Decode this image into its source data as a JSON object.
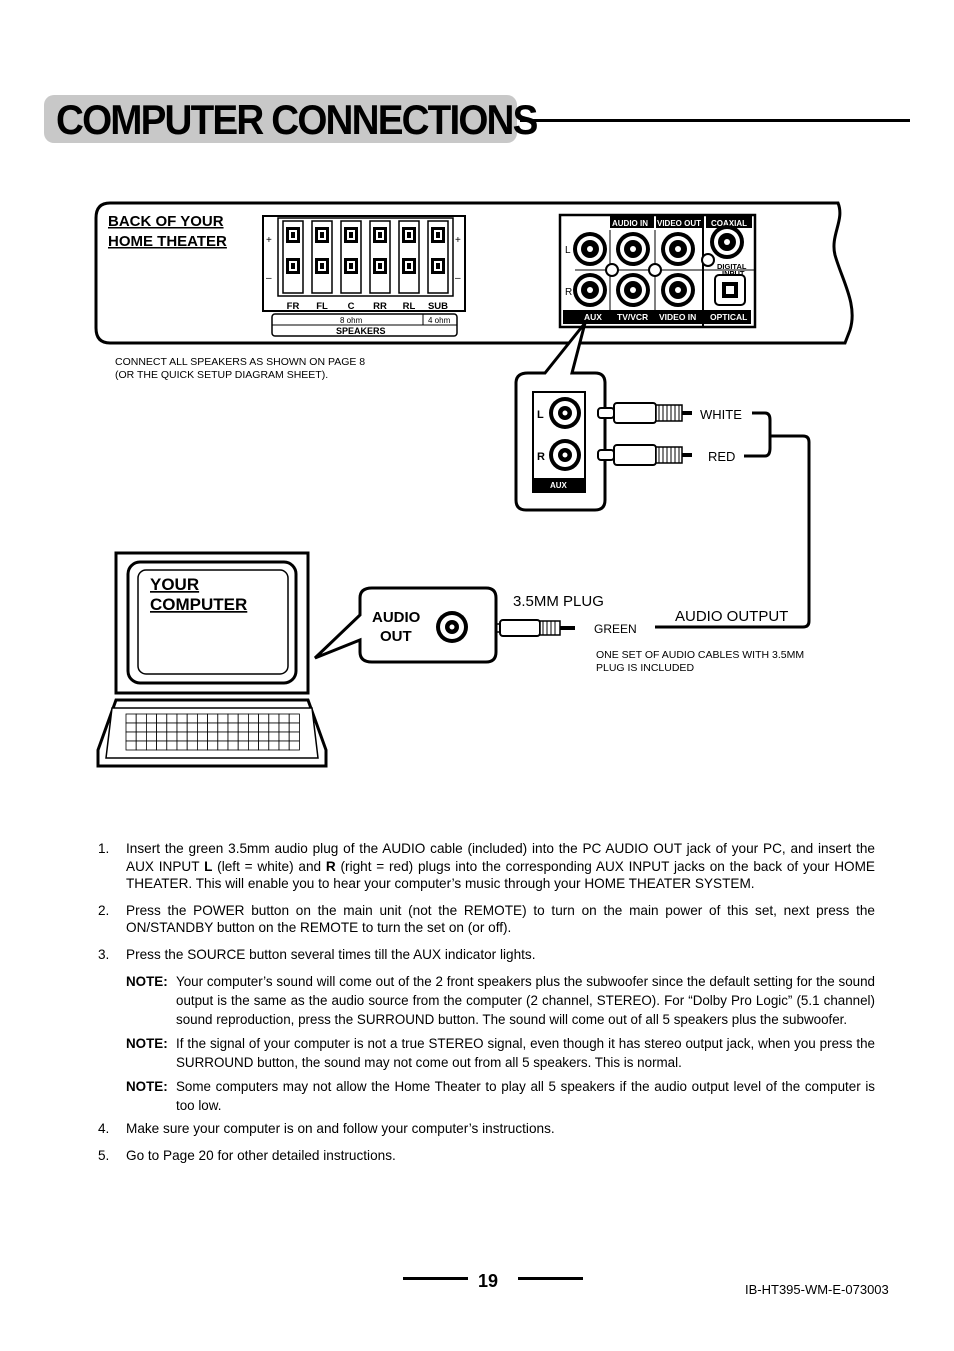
{
  "page": {
    "title": "COMPUTER CONNECTIONS",
    "page_number": "19",
    "doc_code": "IB-HT395-WM-E-073003"
  },
  "diagram": {
    "back_label_1": "BACK OF YOUR",
    "back_label_2": "HOME THEATER",
    "speaker_labels": [
      "FR",
      "FL",
      "C",
      "RR",
      "RL",
      "SUB"
    ],
    "plus": "+",
    "minus": "–",
    "ohm_8": "8 ohm",
    "ohm_4": "4 ohm",
    "speakers": "SPEAKERS",
    "jack_headers": [
      "AUDIO IN",
      "VIDEO OUT",
      "COAXIAL"
    ],
    "jack_footers": [
      "AUX",
      "TV/VCR",
      "VIDEO IN",
      "OPTICAL"
    ],
    "digital_input_1": "DIGITAL",
    "digital_input_2": "INPUT",
    "l": "L",
    "r": "R",
    "note_speakers_1": "CONNECT ALL SPEAKERS AS SHOWN ON PAGE 8",
    "note_speakers_2": "(OR THE QUICK SETUP DIAGRAM SHEET).",
    "aux_label": "AUX",
    "white": "WHITE",
    "red": "RED",
    "your_computer_1": "YOUR",
    "your_computer_2": "COMPUTER",
    "audio_out_1": "AUDIO",
    "audio_out_2": "OUT",
    "plug": "3.5MM PLUG",
    "green": "GREEN",
    "audio_output": "AUDIO OUTPUT",
    "cable_note_1": "ONE SET OF AUDIO CABLES WITH 3.5MM",
    "cable_note_2": "PLUG IS INCLUDED"
  },
  "steps": [
    {
      "num": "1.",
      "parts": [
        "Insert the green 3.5mm audio plug of the AUDIO cable (included) into the PC AUDIO OUT jack of your PC, and insert the AUX INPUT ",
        "L",
        " (left = white) and ",
        "R",
        " (right = red) plugs into the corresponding AUX INPUT jacks on the back of your HOME THEATER. This will enable you to hear your computer’s music through your HOME THEATER SYSTEM."
      ]
    },
    {
      "num": "2.",
      "text": "Press the POWER button on the main unit (not the REMOTE) to turn on the main power of this set, next press the ON/STANDBY button on the REMOTE to turn the set on (or off)."
    },
    {
      "num": "3.",
      "text": "Press the SOURCE button several times till the AUX indicator lights."
    },
    {
      "num": "4.",
      "text": "Make sure your computer is on and follow your computer’s instructions."
    },
    {
      "num": "5.",
      "text": "Go to Page 20 for other detailed instructions."
    }
  ],
  "notes": [
    {
      "label": "NOTE",
      "text": "Your computer’s sound will come out of the 2 front speakers plus the subwoofer since the default setting for the sound output is the same as the audio source from the computer (2 channel, STEREO). For “Dolby Pro Logic” (5.1 channel) sound reproduction, press the SURROUND button. The sound will come out of all 5 speakers plus the subwoofer."
    },
    {
      "label": "NOTE",
      "text": "If the signal of your computer is not a true STEREO signal, even though it has stereo output jack, when you press the SURROUND button, the sound may not come out from all 5 speakers. This is normal."
    },
    {
      "label": "NOTE",
      "text": "Some computers may not allow the Home Theater to play all 5 speakers if the audio output level of the computer is too low."
    }
  ]
}
